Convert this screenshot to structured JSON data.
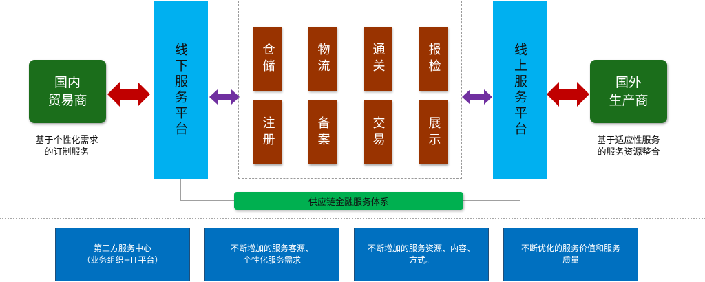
{
  "left_party": {
    "label": "国内\n贸易商",
    "caption": "基于个性化需求\n的订制服务"
  },
  "right_party": {
    "label": "国外\n生产商",
    "caption": "基于适应性服务\n的服务资源整合"
  },
  "offline_platform": {
    "label": "线下服务平台"
  },
  "online_platform": {
    "label": "线上服务平台"
  },
  "services": [
    "仓储",
    "物流",
    "通关",
    "报检",
    "注册",
    "备案",
    "交易",
    "展示"
  ],
  "finance_bar": {
    "label": "供应链金融服务体系"
  },
  "bottom_boxes": [
    "第三方服务中心\n（业务组织+IT平台）",
    "不断增加的服务客源、\n个性化服务需求",
    "不断增加的服务资源、内容、\n方式。",
    "不断优化的服务价值和服务\n质量"
  ],
  "colors": {
    "party_green": "#1b6e1b",
    "platform_blue": "#00b0f0",
    "service_brown": "#993300",
    "finance_green": "#00b050",
    "bottom_blue": "#0070c0",
    "red_arrow": "#c00000",
    "purple_arrow": "#7030a0"
  }
}
